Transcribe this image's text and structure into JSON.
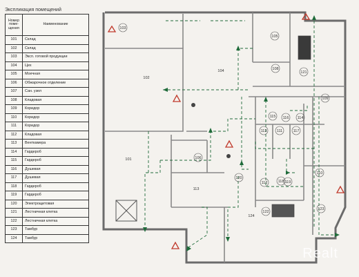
{
  "legend": {
    "title": "Экспликация помещений",
    "header": {
      "number": "Номер поме-щения",
      "name": "Наименование"
    },
    "rooms": [
      {
        "number": "101",
        "name": "Склад"
      },
      {
        "number": "102",
        "name": "Склад"
      },
      {
        "number": "103",
        "name": "Эксп. готовой продукции"
      },
      {
        "number": "104",
        "name": "Цех"
      },
      {
        "number": "105",
        "name": "Моечная"
      },
      {
        "number": "106",
        "name": "Обжарочное отделение"
      },
      {
        "number": "107",
        "name": "Сан. узел"
      },
      {
        "number": "108",
        "name": "Кладовая"
      },
      {
        "number": "109",
        "name": "Коридор"
      },
      {
        "number": "110",
        "name": "Коридор"
      },
      {
        "number": "111",
        "name": "Коридор"
      },
      {
        "number": "112",
        "name": "Кладовая"
      },
      {
        "number": "113",
        "name": "Венткамера"
      },
      {
        "number": "114",
        "name": "Гардероб"
      },
      {
        "number": "115",
        "name": "Гардероб"
      },
      {
        "number": "116",
        "name": "Душевая"
      },
      {
        "number": "117",
        "name": "Душевая"
      },
      {
        "number": "118",
        "name": "Гардероб"
      },
      {
        "number": "119",
        "name": "Гардероб"
      },
      {
        "number": "120",
        "name": "Электрощитовая"
      },
      {
        "number": "121",
        "name": "Лестничная клетка"
      },
      {
        "number": "122",
        "name": "Лестничная клетка"
      },
      {
        "number": "123",
        "name": "Тамбур"
      },
      {
        "number": "124",
        "name": "Тамбур"
      }
    ]
  },
  "plan_labels": [
    "103",
    "105",
    "102",
    "104",
    "108",
    "121",
    "109",
    "115",
    "116",
    "114",
    "113",
    "111",
    "117",
    "101",
    "106",
    "120",
    "118",
    "112",
    "119",
    "113",
    "122",
    "124",
    "123",
    "110"
  ],
  "watermark": "Realt",
  "colors": {
    "wall": "#6b6b6b",
    "arrow": "#1f6b3a",
    "warning": "#c0392b"
  }
}
